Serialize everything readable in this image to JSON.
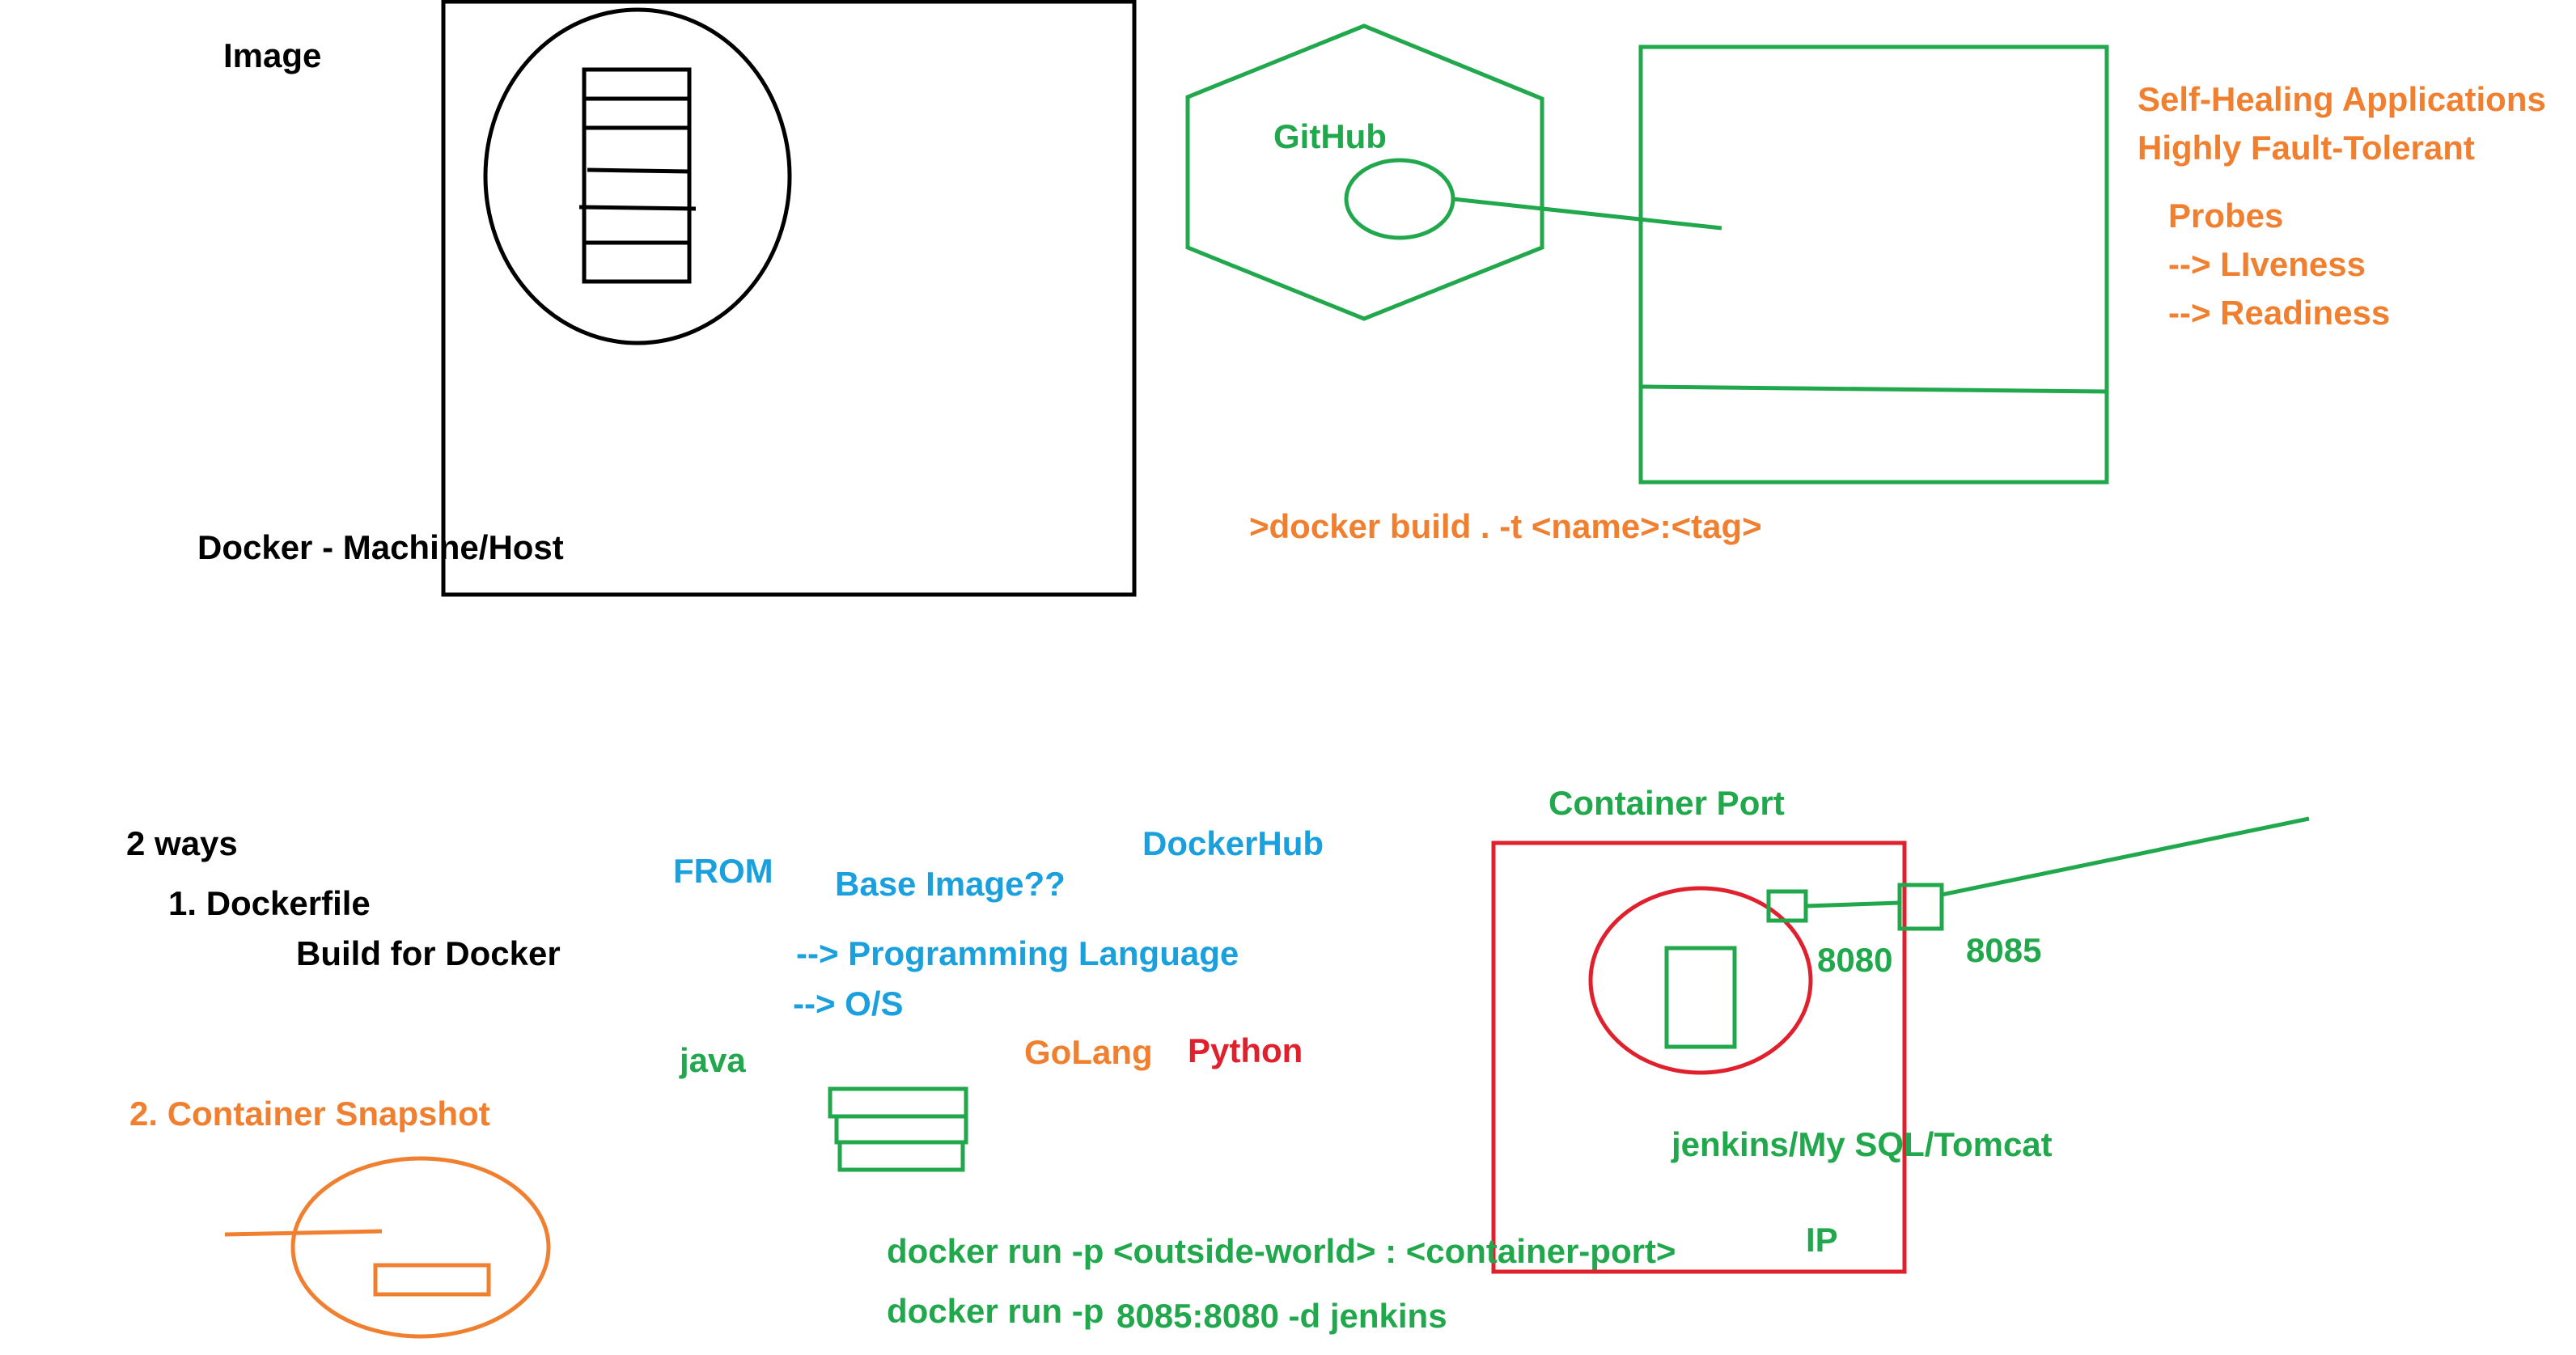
{
  "colors": {
    "black": "#000000",
    "green": "#22a84c",
    "orange": "#f08030",
    "blue": "#1aa0dc",
    "red": "#e0202c"
  },
  "labels": {
    "image": "Image",
    "docker_host": "Docker - Machine/Host",
    "github": "GitHub",
    "self_healing": "Self-Healing Applications",
    "fault_tolerant": "Highly Fault-Tolerant",
    "probes": "Probes",
    "liveness": "--> LIveness",
    "readiness": "--> Readiness",
    "docker_build": ">docker build . -t <name>:<tag>",
    "two_ways": "2 ways",
    "dockerfile": "1. Dockerfile",
    "build_for_docker": "Build for Docker",
    "container_snapshot": "2. Container Snapshot",
    "from": "FROM",
    "base_image": "Base Image??",
    "dockerhub": "DockerHub",
    "programming_language": "--> Programming Language",
    "os": "--> O/S",
    "java": "java",
    "golang": "GoLang",
    "python": "Python",
    "container_port": "Container Port",
    "port_8080": "8080",
    "port_8085": "8085",
    "apps": "jenkins/My SQL/Tomcat",
    "ip": "IP",
    "docker_run_template": "docker run -p <outside-world> : <container-port>",
    "docker_run_prefix": "docker run -p",
    "docker_run_example": "8085:8080 -d jenkins"
  }
}
